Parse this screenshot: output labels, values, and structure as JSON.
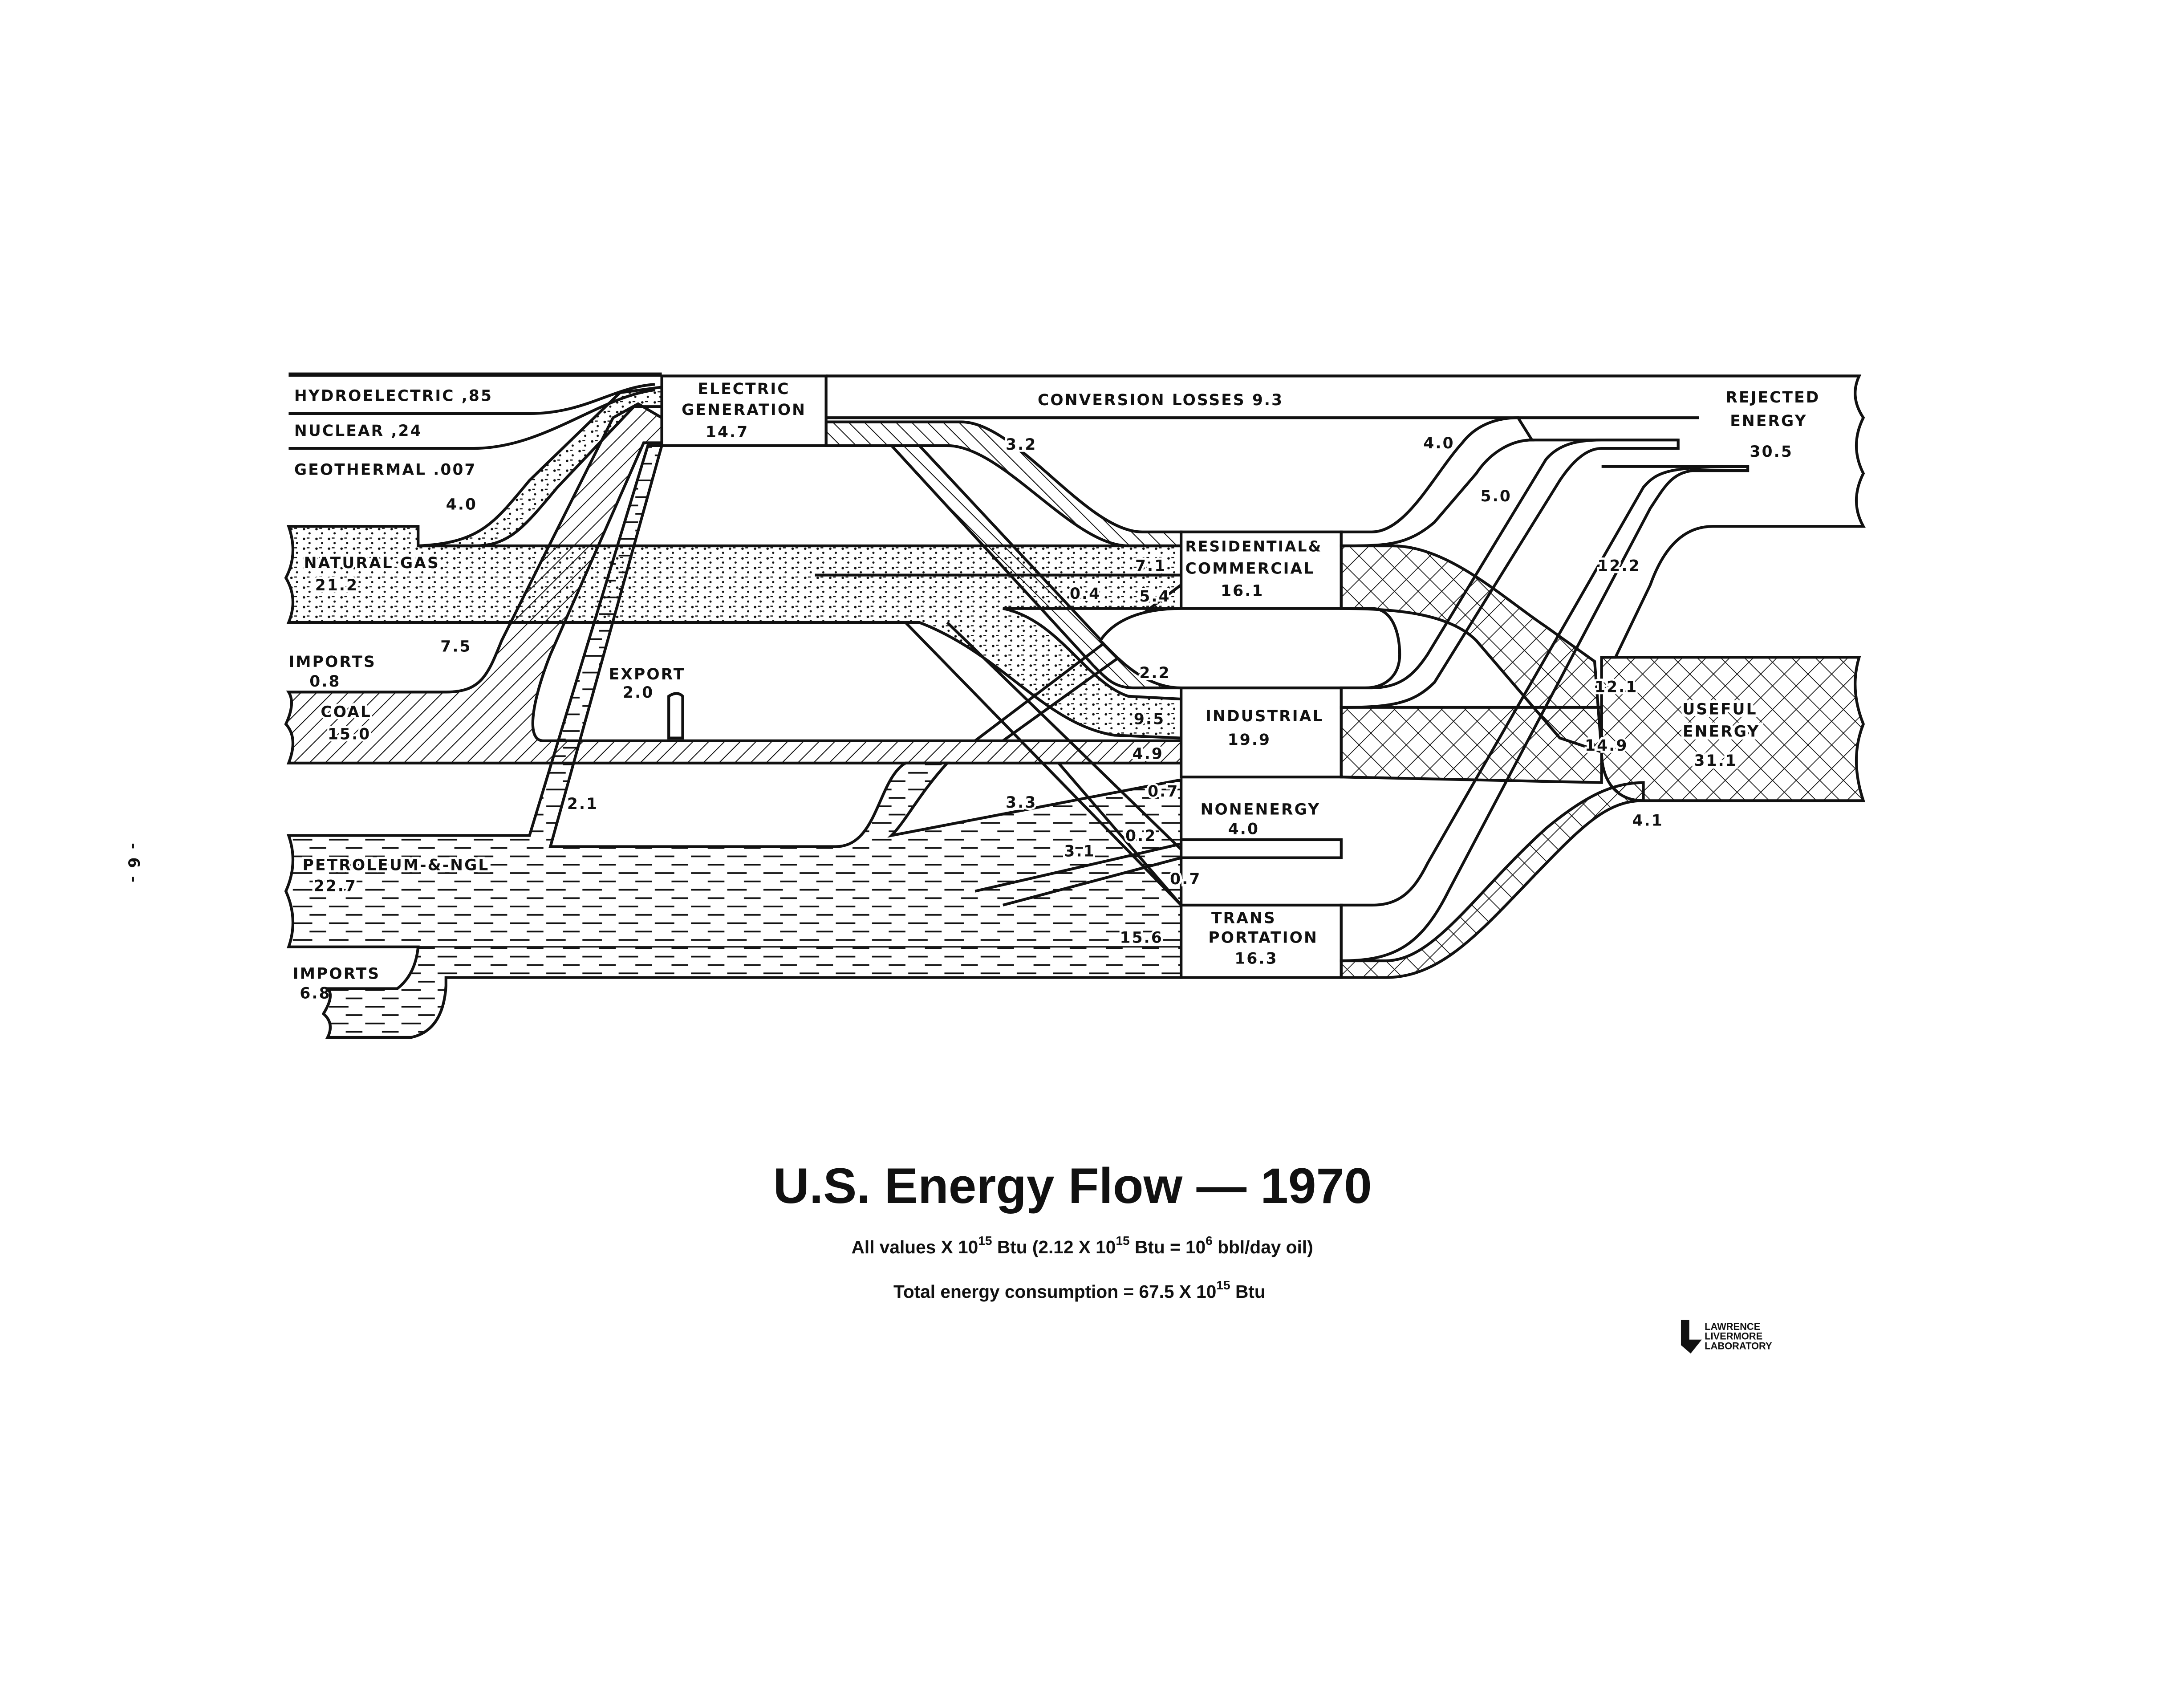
{
  "page_number": "- 6 -",
  "sources": {
    "hydro": "HYDROELECTRIC ,85",
    "nuclear": "NUCLEAR ,24",
    "geothermal": "GEOTHERMAL .007",
    "gas_name": "NATURAL  GAS",
    "gas_value": "21.2",
    "gas_imports": "IMPORTS",
    "gas_imports_value": "0.8",
    "coal_name": "COAL",
    "coal_value": "15.0",
    "export": "EXPORT",
    "export_value": "2.0",
    "petroleum_name": "PETROLEUM-&-NGL",
    "petroleum_value": "22.7",
    "petroleum_imports": "IMPORTS",
    "petroleum_imports_value": "6.8"
  },
  "nodes": {
    "electric_1": "ELECTRIC",
    "electric_2": "GENERATION",
    "electric_value": "14.7",
    "conversion_losses": "CONVERSION  LOSSES 9.3",
    "res_1": "RESIDENTIAL&",
    "res_2": "COMMERCIAL",
    "res_value": "16.1",
    "ind_1": "INDUSTRIAL",
    "ind_value": "19.9",
    "nonenergy_1": "NONENERGY",
    "nonenergy_value": "4.0",
    "trans_1": "TRANS",
    "trans_2": "PORTATION",
    "trans_value": "16.3",
    "rejected_1": "REJECTED",
    "rejected_2": "ENERGY",
    "rejected_value": "30.5",
    "useful_1": "USEFUL",
    "useful_2": "ENERGY",
    "useful_value": "31.1"
  },
  "flows": {
    "gas_to_elec": "4.0",
    "coal_to_elec": "7.5",
    "pet_to_elec": "2.1",
    "elec_to_res": "3.2",
    "gas_to_res": "7.1",
    "pet_to_res": "5.4",
    "coal_to_res": "0.4",
    "elec_to_ind": "2.2",
    "gas_to_ind": "9.5",
    "coal_to_ind": "4.9",
    "pet_to_ind": "3.3",
    "gas_to_nonenergy": "0.7",
    "coal_to_nonenergy": "0.2",
    "pet_to_nonenergy": "3.1",
    "other_to_nonenergy": "0.7",
    "pet_to_trans": "15.6",
    "res_rejected": "4.0",
    "ind_rejected": "5.0",
    "trans_rejected": "12.2",
    "res_useful": "12.1",
    "ind_useful": "14.9",
    "trans_useful": "4.1"
  },
  "caption": {
    "title": "U.S. Energy Flow — 1970",
    "line1_a": "All values X 10",
    "line1_exp1": "15",
    "line1_b": " Btu (2.12 X 10",
    "line1_exp2": "15",
    "line1_c": " Btu = 10",
    "line1_exp3": "6",
    "line1_d": " bbl/day oil)",
    "line2_a": "Total energy consumption = 67.5 X 10",
    "line2_exp": "15",
    "line2_b": " Btu"
  },
  "logo": {
    "line1": "LAWRENCE",
    "line2": "LIVERMORE",
    "line3": "LABORATORY"
  }
}
